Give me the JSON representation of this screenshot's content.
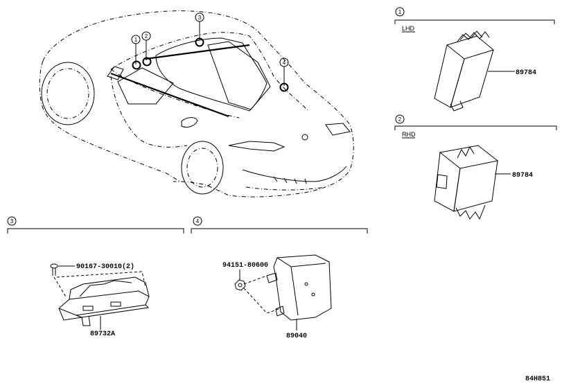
{
  "callouts": [
    "1",
    "2",
    "3",
    "4"
  ],
  "sections": {
    "s1": {
      "number": "1",
      "variant": "LHD",
      "part": "89784"
    },
    "s2": {
      "number": "2",
      "variant": "RHD",
      "part": "89784"
    },
    "s3": {
      "number": "3",
      "bolt": "90167-30010(2)",
      "part": "89732A"
    },
    "s4": {
      "number": "4",
      "nut": "94151-80600",
      "part": "89040"
    }
  },
  "figure_code": "84H851"
}
